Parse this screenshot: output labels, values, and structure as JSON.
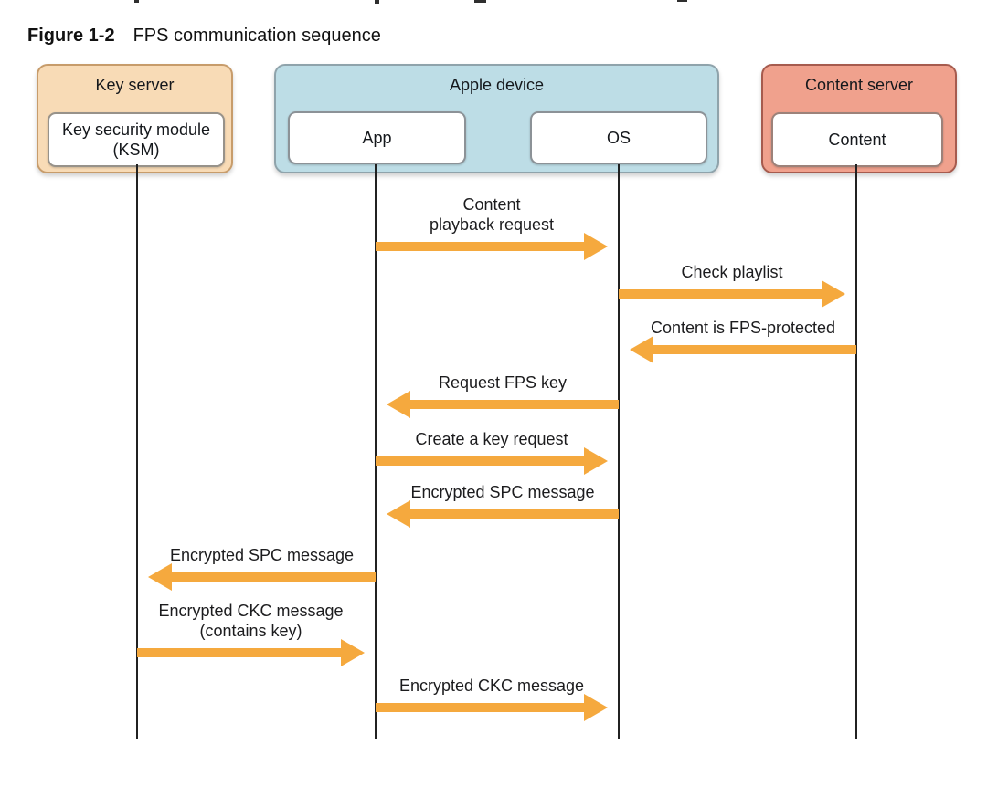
{
  "title": {
    "figure_label": "Figure 1-2",
    "figure_title": "FPS communication sequence"
  },
  "colors": {
    "key_server_fill": "#f8dbb6",
    "key_server_border": "#c79c6b",
    "apple_device_fill": "#bddde6",
    "apple_device_border": "#8fa3ab",
    "content_server_fill": "#f0a18d",
    "content_server_border": "#a65b4e",
    "arrow_fill": "#f5a93e",
    "lifeline_color": "#212121"
  },
  "groups": [
    {
      "id": "key-server",
      "label": "Key server",
      "children": [
        {
          "id": "ksm",
          "label": "Key security module\n(KSM)"
        }
      ]
    },
    {
      "id": "apple-device",
      "label": "Apple device",
      "children": [
        {
          "id": "app",
          "label": "App"
        },
        {
          "id": "os",
          "label": "OS"
        }
      ]
    },
    {
      "id": "content-server",
      "label": "Content server",
      "children": [
        {
          "id": "content",
          "label": "Content"
        }
      ]
    }
  ],
  "messages": [
    {
      "from": "app",
      "to": "os",
      "label": "Content\nplayback request"
    },
    {
      "from": "os",
      "to": "content",
      "label": "Check playlist"
    },
    {
      "from": "content",
      "to": "os",
      "label": "Content is FPS-protected"
    },
    {
      "from": "os",
      "to": "app",
      "label": "Request FPS key"
    },
    {
      "from": "app",
      "to": "os",
      "label": "Create a key request"
    },
    {
      "from": "os",
      "to": "app",
      "label": "Encrypted SPC message"
    },
    {
      "from": "app",
      "to": "ksm",
      "label": "Encrypted SPC message"
    },
    {
      "from": "ksm",
      "to": "app",
      "label": "Encrypted CKC message\n(contains key)"
    },
    {
      "from": "app",
      "to": "os",
      "label": "Encrypted CKC message"
    }
  ]
}
